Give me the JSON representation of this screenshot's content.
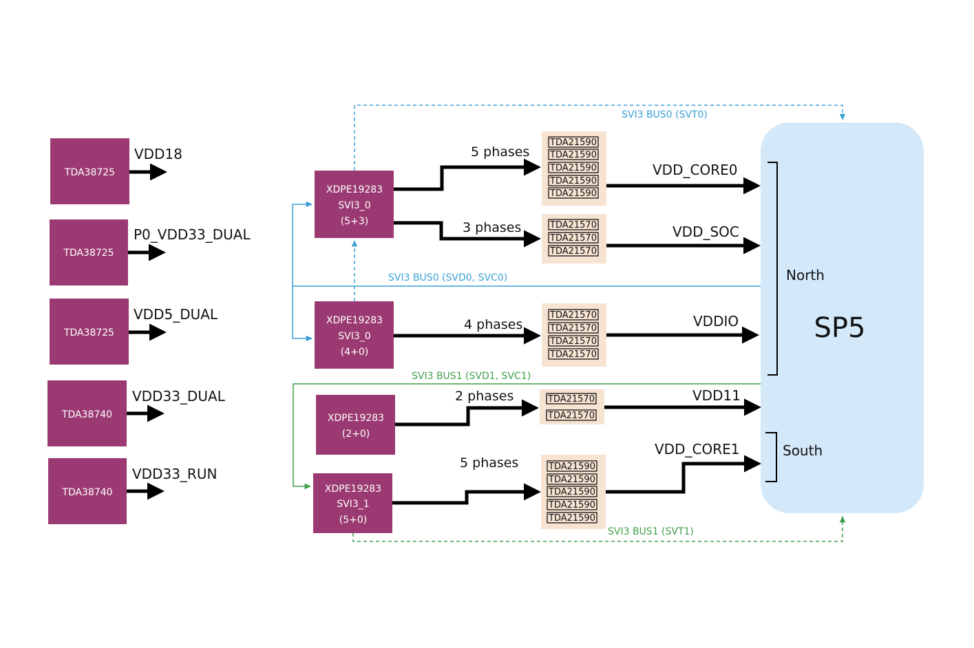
{
  "colors": {
    "chip": "#9b3a72",
    "stage_bg": "#f6e3d2",
    "soc_bg": "#d3e8f9",
    "bus0": "#3aa0d6",
    "bus1": "#3f9e4a",
    "wire": "#000000"
  },
  "standalone_regulators": [
    {
      "chip": "TDA38725",
      "rail": "VDD18"
    },
    {
      "chip": "TDA38725",
      "rail": "P0_VDD33_DUAL"
    },
    {
      "chip": "TDA38725",
      "rail": "VDD5_DUAL"
    },
    {
      "chip": "TDA38740",
      "rail": "VDD33_DUAL"
    },
    {
      "chip": "TDA38740",
      "rail": "VDD33_RUN"
    }
  ],
  "controllers": [
    {
      "line1": "XDPE19283",
      "line2": "SVI3_0",
      "line3": "(5+3)"
    },
    {
      "line1": "XDPE19283",
      "line2": "SVI3_0",
      "line3": "(4+0)"
    },
    {
      "line1": "XDPE19283",
      "line2": "(2+0)"
    },
    {
      "line1": "XDPE19283",
      "line2": "SVI3_1",
      "line3": "(5+0)"
    }
  ],
  "stage_groups": [
    {
      "phases": "5 phases",
      "rail": "VDD_CORE0",
      "stages": [
        "TDA21590",
        "TDA21590",
        "TDA21590",
        "TDA21590",
        "TDA21590"
      ]
    },
    {
      "phases": "3 phases",
      "rail": "VDD_SOC",
      "stages": [
        "TDA21570",
        "TDA21570",
        "TDA21570"
      ]
    },
    {
      "phases": "4 phases",
      "rail": "VDDIO",
      "stages": [
        "TDA21570",
        "TDA21570",
        "TDA21570",
        "TDA21570"
      ]
    },
    {
      "phases": "2 phases",
      "rail": "VDD11",
      "stages": [
        "TDA21570",
        "TDA21570"
      ]
    },
    {
      "phases": "5 phases",
      "rail": "VDD_CORE1",
      "stages": [
        "TDA21590",
        "TDA21590",
        "TDA21590",
        "TDA21590",
        "TDA21590"
      ]
    }
  ],
  "buses": {
    "bus0_telemetry": "SVI3 BUS0 (SVT0)",
    "bus0_data": "SVI3 BUS0 (SVD0, SVC0)",
    "bus1_data": "SVI3 BUS1 (SVD1, SVC1)",
    "bus1_telemetry": "SVI3 BUS1 (SVT1)"
  },
  "soc": {
    "name": "SP5",
    "north": "North",
    "south": "South"
  }
}
